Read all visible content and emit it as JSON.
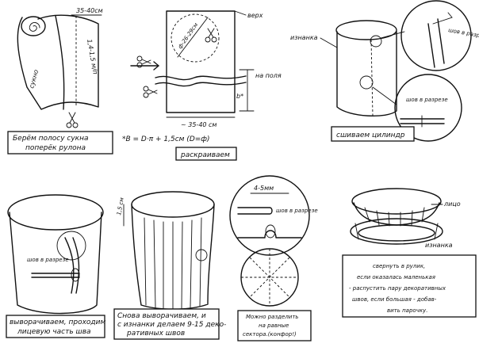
{
  "panel1": {
    "width": "35-40см",
    "height": "1,4-1,5 м/п",
    "fabric": "сукно",
    "caption_line1": "Берём полосу сукна",
    "caption_line2": "поперёк рулона"
  },
  "panel2": {
    "top_label": "верх",
    "diameter": "ф-26-29см",
    "allowance": "на поля",
    "b_label": "b*",
    "width": "~ 35-40 см",
    "formula": "*В = D·π + 1,5см (D=ф)",
    "caption": "раскраиваем"
  },
  "panel3": {
    "wrong_side": "изнанка",
    "seam_in_cut": "шов в разрезе",
    "seam_in_cut2": "шов в разрезе",
    "caption": "сшиваем цилиндр"
  },
  "panel4": {
    "seam_in_cut": "шов в разрезе",
    "caption_line1": "выворачиваем, проходим",
    "caption_line2": "лицевую часть шва"
  },
  "panel5": {
    "size": "1,5 см",
    "caption_line1": "Снова выворачиваем, и",
    "caption_line2": "с изнанки делаем 9-15 деко-",
    "caption_line3": "ративных швов"
  },
  "panel6": {
    "size": "4-5мм",
    "seam_in_cut": "шов в разрезе",
    "caption_line1": "Можно разделить",
    "caption_line2": "на равные",
    "caption_line3": "сектора.(конфор!)"
  },
  "panel7": {
    "face": "лицо",
    "wrong_side": "изнанка",
    "note_line1": "свернуть в рулик,",
    "note_line2": "если оказалась маленькая",
    "note_line3": "- распустить пару декоративных",
    "note_line4": "швов, если большая - добав-",
    "note_line5": "вить парочку."
  },
  "colors": {
    "ink": "#111111",
    "paper": "#ffffff"
  }
}
